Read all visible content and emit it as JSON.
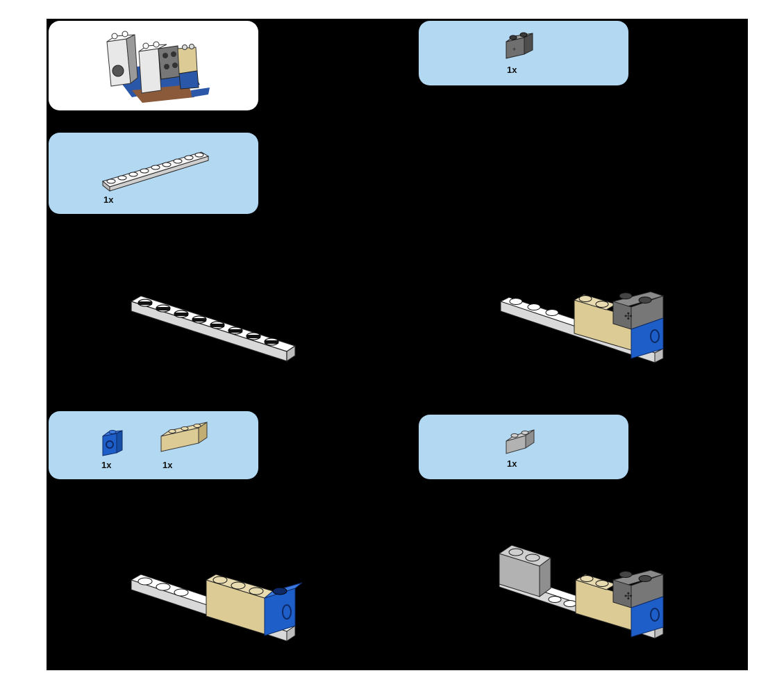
{
  "colors": {
    "page_bg": "#000000",
    "callout_blue": "#b3d8f2",
    "brick_white": "#ffffff",
    "brick_tan": "#dccb95",
    "brick_blue": "#1e5ec8",
    "brick_dark_gray": "#6b6b6b",
    "brick_light_gray": "#b2b2b2"
  },
  "parts_lists": {
    "plate_1x10": {
      "qty": "1x",
      "icon": "white-plate-1x10"
    },
    "technic_brick_dark": {
      "qty": "1x",
      "icon": "dark-gray-technic-brick-1x2"
    },
    "blue_technic": {
      "qty": "1x",
      "icon": "blue-technic-brick-1x1"
    },
    "tan_brick": {
      "qty": "1x",
      "icon": "tan-brick-1x3"
    },
    "light_gray_brick": {
      "qty": "1x",
      "icon": "light-gray-brick-1x2"
    }
  }
}
